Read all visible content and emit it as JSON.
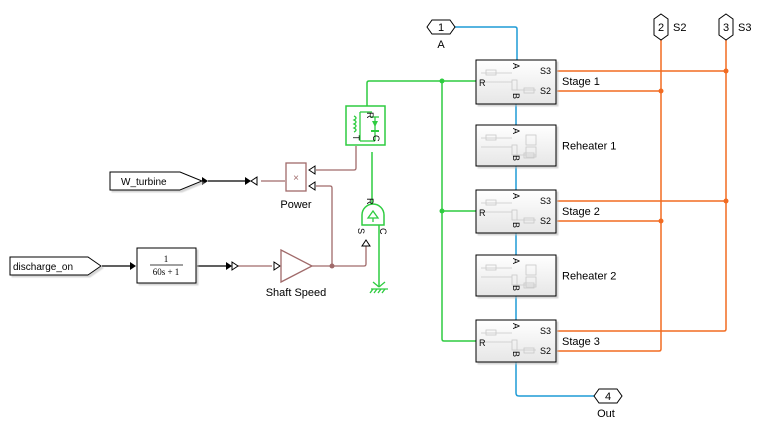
{
  "diagram": {
    "inports": [
      {
        "number": "1",
        "name": "A"
      },
      {
        "number": "2",
        "name": "S2"
      },
      {
        "number": "3",
        "name": "S3"
      }
    ],
    "outports": [
      {
        "number": "4",
        "name": "Out"
      }
    ],
    "goto_from": {
      "from_tag": "discharge_on",
      "goto_tag": "W_turbine"
    },
    "transfer_fcn": {
      "numerator": "1",
      "denominator": "60s + 1"
    },
    "gain": {
      "name": "Shaft Speed"
    },
    "product": {
      "name": "Power",
      "symbol": "×"
    },
    "stages": [
      {
        "name": "Stage 1",
        "ports": {
          "left": "R",
          "top": "A",
          "bottom": "B",
          "out1": "S3",
          "out2": "S2"
        }
      },
      {
        "name": "Reheater 1",
        "ports": {
          "top": "A",
          "bottom": "B"
        }
      },
      {
        "name": "Stage 2",
        "ports": {
          "left": "R",
          "top": "A",
          "bottom": "B",
          "out1": "S3",
          "out2": "S2"
        }
      },
      {
        "name": "Reheater 2",
        "ports": {
          "top": "A",
          "bottom": "B"
        }
      },
      {
        "name": "Stage 3",
        "ports": {
          "left": "R",
          "top": "A",
          "bottom": "B",
          "out1": "S3",
          "out2": "S2"
        }
      }
    ],
    "sensor": {
      "ports": {
        "top": "R",
        "left": "T",
        "right": "C"
      }
    },
    "source": {
      "ports": {
        "top": "R",
        "left": "S",
        "right": "C"
      }
    },
    "colors": {
      "signal": "#000000",
      "mech": "#2ecc40",
      "thermal": "#1f9bd6",
      "orange": "#f26b21",
      "physsig": "#a06a6a"
    }
  }
}
